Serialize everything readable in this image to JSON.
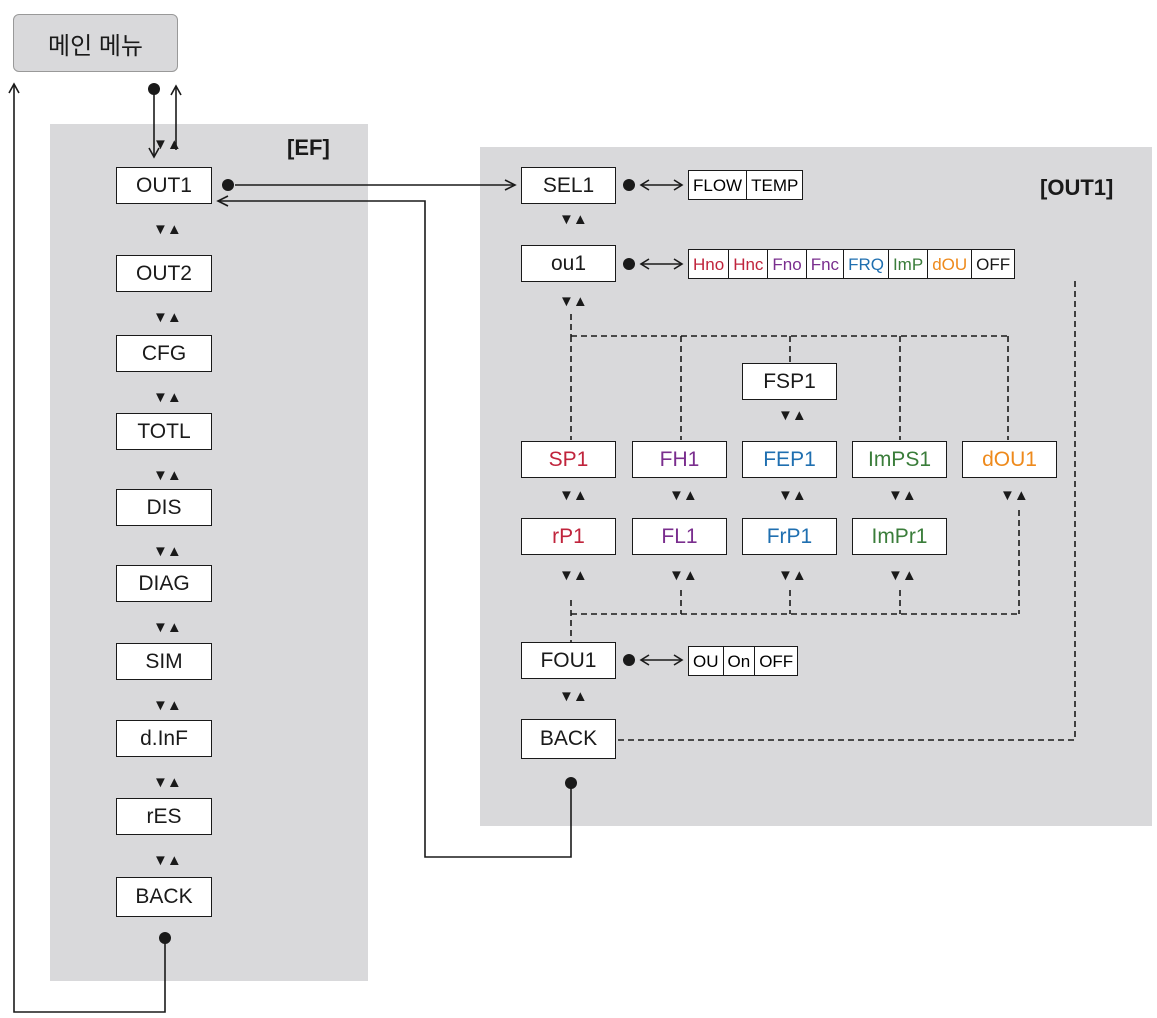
{
  "main_menu": {
    "label": "메인 메뉴"
  },
  "ef_panel": {
    "title": "[EF]",
    "items": [
      "OUT1",
      "OUT2",
      "CFG",
      "TOTL",
      "DIS",
      "DIAG",
      "SIM",
      "d.InF",
      "rES",
      "BACK"
    ]
  },
  "out1_panel": {
    "title": "[OUT1]",
    "sel1": {
      "label": "SEL1",
      "options": [
        "FLOW",
        "TEMP"
      ]
    },
    "ou1": {
      "label": "ou1",
      "options": [
        {
          "text": "Hno",
          "color": "#c0243c"
        },
        {
          "text": "Hnc",
          "color": "#c0243c"
        },
        {
          "text": "Fno",
          "color": "#7a2e8e"
        },
        {
          "text": "Fnc",
          "color": "#7a2e8e"
        },
        {
          "text": "FRQ",
          "color": "#1f6fb0"
        },
        {
          "text": "ImP",
          "color": "#3a7d3a"
        },
        {
          "text": "dOU",
          "color": "#ee8a1c"
        },
        {
          "text": "OFF",
          "color": "#1a1a1a"
        }
      ]
    },
    "fsp1": {
      "label": "FSP1",
      "color": "#1f6fb0"
    },
    "columns": [
      {
        "top": "SP1",
        "bottom": "rP1",
        "color": "#c0243c"
      },
      {
        "top": "FH1",
        "bottom": "FL1",
        "color": "#7a2e8e"
      },
      {
        "top": "FEP1",
        "bottom": "FrP1",
        "color": "#1f6fb0"
      },
      {
        "top": "ImPS1",
        "bottom": "ImPr1",
        "color": "#3a7d3a"
      },
      {
        "top": "dOU1",
        "bottom": "",
        "color": "#ee8a1c"
      }
    ],
    "fou1": {
      "label": "FOU1",
      "options": [
        "OU",
        "On",
        "OFF"
      ]
    },
    "back": {
      "label": "BACK"
    }
  },
  "nav_symbol": "▼▲",
  "link_symbol": "<=>"
}
